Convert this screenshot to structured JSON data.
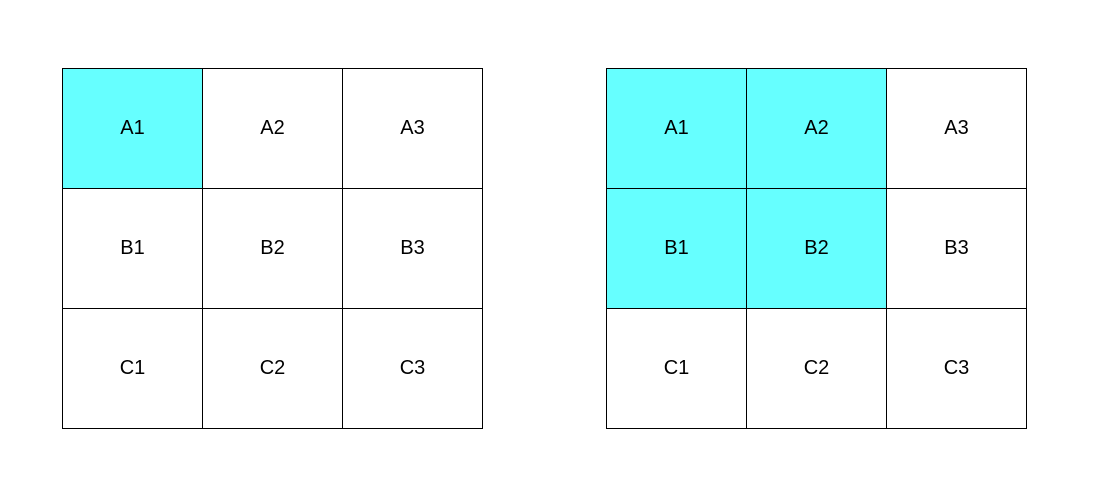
{
  "colors": {
    "selected": "#66ffff",
    "unselected": "#ffffff",
    "border": "#000000"
  },
  "grids": [
    {
      "cells": [
        {
          "label": "A1",
          "selected": true
        },
        {
          "label": "A2",
          "selected": false
        },
        {
          "label": "A3",
          "selected": false
        },
        {
          "label": "B1",
          "selected": false
        },
        {
          "label": "B2",
          "selected": false
        },
        {
          "label": "B3",
          "selected": false
        },
        {
          "label": "C1",
          "selected": false
        },
        {
          "label": "C2",
          "selected": false
        },
        {
          "label": "C3",
          "selected": false
        }
      ]
    },
    {
      "cells": [
        {
          "label": "A1",
          "selected": true
        },
        {
          "label": "A2",
          "selected": true
        },
        {
          "label": "A3",
          "selected": false
        },
        {
          "label": "B1",
          "selected": true
        },
        {
          "label": "B2",
          "selected": true
        },
        {
          "label": "B3",
          "selected": false
        },
        {
          "label": "C1",
          "selected": false
        },
        {
          "label": "C2",
          "selected": false
        },
        {
          "label": "C3",
          "selected": false
        }
      ]
    }
  ]
}
